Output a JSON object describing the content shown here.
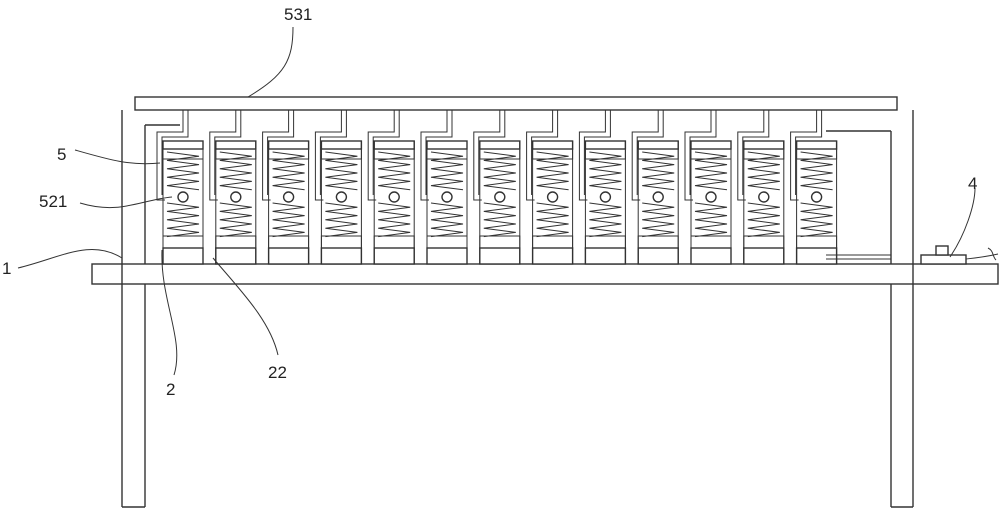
{
  "labels": {
    "plate_531": "531",
    "frame_5": "5",
    "ball_521": "521",
    "frame_1": "1",
    "base_2": "2",
    "gap_22": "22",
    "device_4": "4"
  },
  "units": {
    "count": 13
  },
  "colors": {
    "line": "#333333",
    "background": "#ffffff"
  }
}
